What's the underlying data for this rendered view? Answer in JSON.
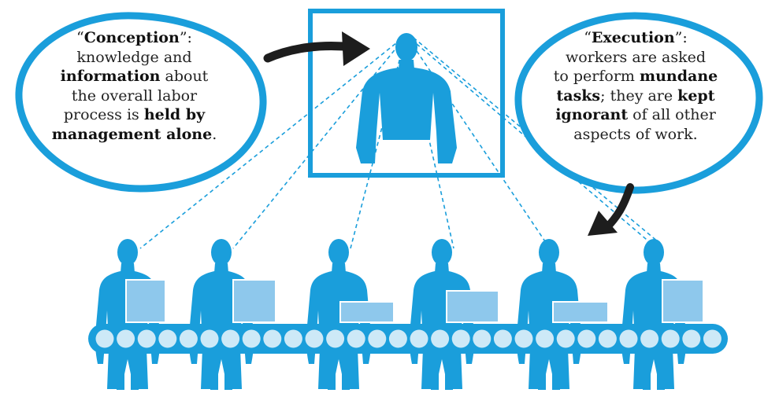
{
  "colors": {
    "primary": "#1a9edb",
    "box": "#8ec8ec",
    "roller": "#cde9f7",
    "arrow": "#1d1d1d",
    "text": "#222222"
  },
  "conception": {
    "open_quote": "“",
    "term": "Conception",
    "close_quote": "”:",
    "t1": "knowledge and",
    "t2_bold": "information",
    "t2_rest": " about",
    "t3": "the overall labor",
    "t4": "process is ",
    "t4_bold": "held by",
    "t5_bold": "management alone",
    "t5_end": "."
  },
  "execution": {
    "open_quote": "“",
    "term": "Execution",
    "close_quote": "”:",
    "t1": "workers are asked",
    "t2": "to perform ",
    "t2_bold": "mundane",
    "t3_bold": "tasks",
    "t3_mid": "; they are ",
    "t3_bold2": "kept",
    "t4_bold": "ignorant",
    "t4_rest": " of all other",
    "t5": "aspects of work."
  }
}
